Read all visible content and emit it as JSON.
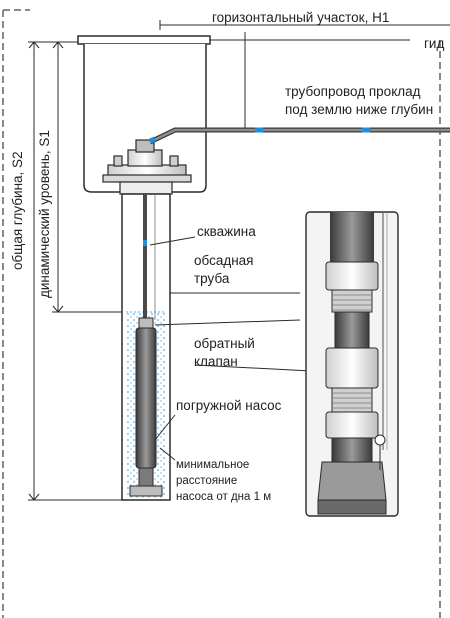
{
  "labels": {
    "horizontal_section": "горизонтальный участок, H1",
    "hydro_cut": "гид",
    "pipeline_line1": "трубопровод проклад",
    "pipeline_line2": "под землю ниже глубин",
    "total_depth": "общая глубина, S2",
    "dynamic_level": "динамический уровень, S1",
    "well": "скважина",
    "casing_line1": "обсадная",
    "casing_line2": "труба",
    "check_valve_line1": "обратный",
    "check_valve_line2": "клапан",
    "submersible_pump": "погружной насос",
    "min_distance_line1": "минимальное",
    "min_distance_line2": "расстояние",
    "min_distance_line3": "насоса от дна 1 м"
  },
  "colors": {
    "line": "#2b2b2b",
    "pipe": "#4a4a4a",
    "accent_blue": "#1f8fe0",
    "water_dots": "#5ab0e8",
    "gray_fill": "#e6e6e6",
    "dashed": "#8a8a8a"
  }
}
